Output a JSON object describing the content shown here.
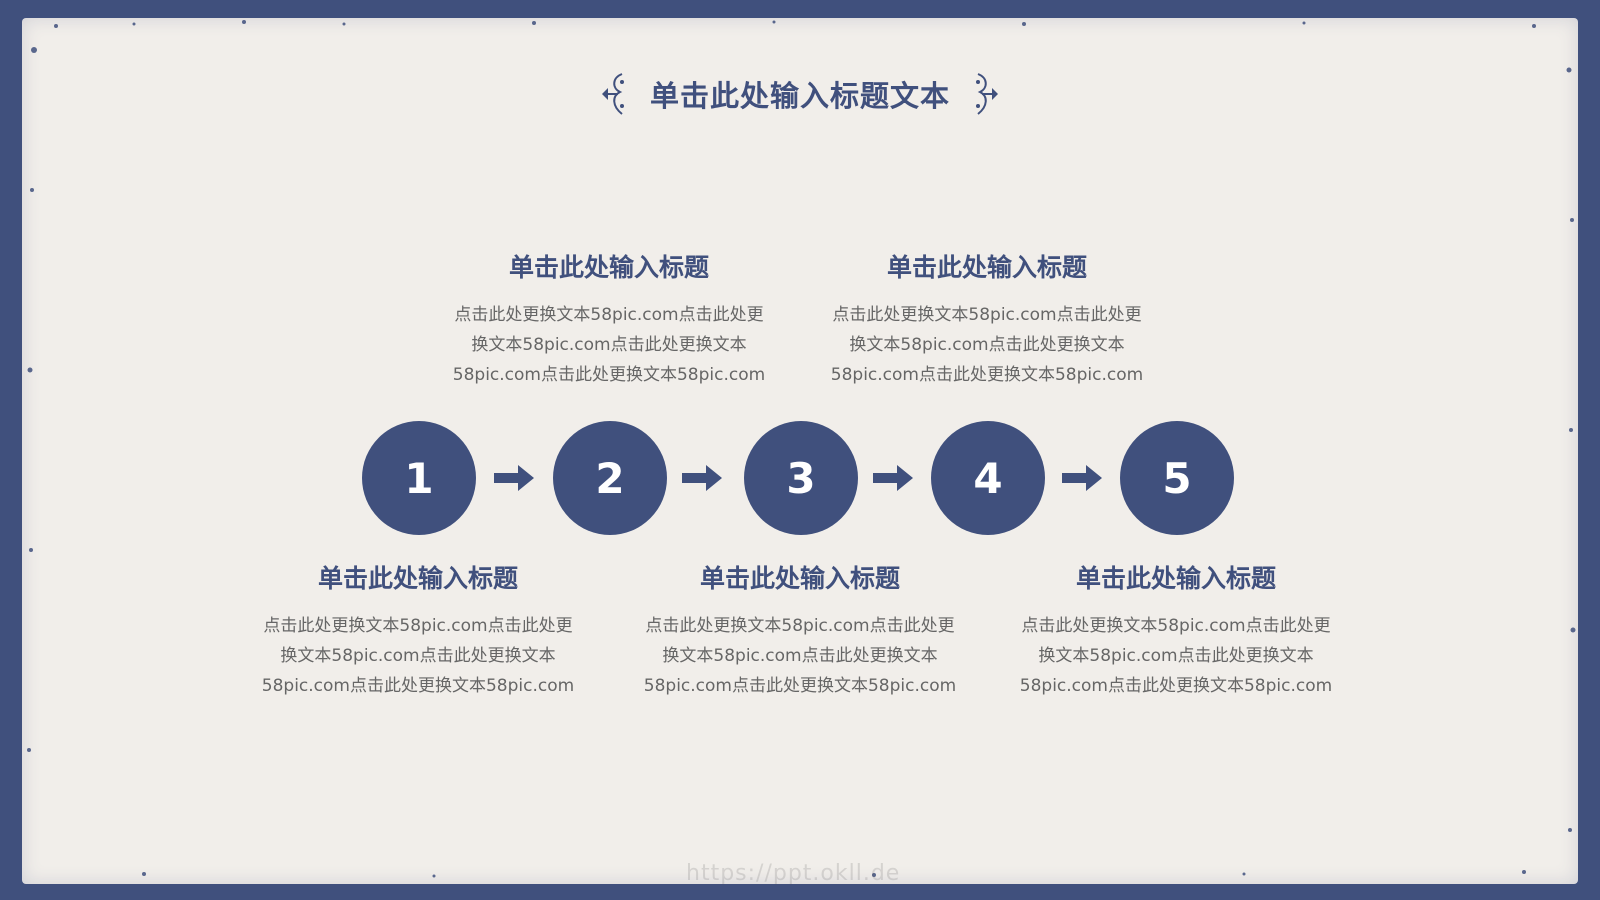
{
  "page": {
    "title": "单击此处输入标题文本"
  },
  "colors": {
    "accent": "#40507d",
    "paper": "#f1eeea",
    "body_text": "#666666"
  },
  "steps": [
    {
      "number": "1"
    },
    {
      "number": "2"
    },
    {
      "number": "3"
    },
    {
      "number": "4"
    },
    {
      "number": "5"
    }
  ],
  "blocks": [
    {
      "title": "单击此处输入标题",
      "lines": [
        "点击此处更换文本58pic.com点击此处更",
        "换文本58pic.com点击此处更换文本",
        "58pic.com点击此处更换文本58pic.com"
      ]
    },
    {
      "title": "单击此处输入标题",
      "lines": [
        "点击此处更换文本58pic.com点击此处更",
        "换文本58pic.com点击此处更换文本",
        "58pic.com点击此处更换文本58pic.com"
      ]
    },
    {
      "title": "单击此处输入标题",
      "lines": [
        "点击此处更换文本58pic.com点击此处更",
        "换文本58pic.com点击此处更换文本",
        "58pic.com点击此处更换文本58pic.com"
      ]
    },
    {
      "title": "单击此处输入标题",
      "lines": [
        "点击此处更换文本58pic.com点击此处更",
        "换文本58pic.com点击此处更换文本",
        "58pic.com点击此处更换文本58pic.com"
      ]
    },
    {
      "title": "单击此处输入标题",
      "lines": [
        "点击此处更换文本58pic.com点击此处更",
        "换文本58pic.com点击此处更换文本",
        "58pic.com点击此处更换文本58pic.com"
      ]
    }
  ],
  "watermark": "https://ppt.okll.de",
  "icons": {
    "title_left": "scroll-ornament-icon",
    "title_right": "scroll-ornament-icon",
    "step_connector": "right-arrow-icon"
  }
}
